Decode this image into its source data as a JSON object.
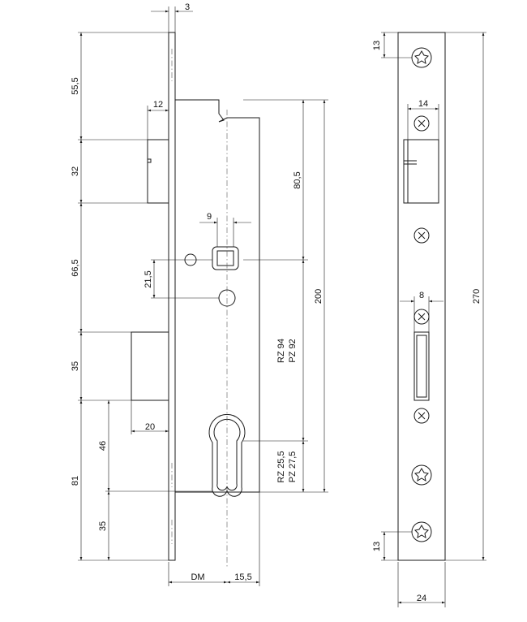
{
  "side_view": {
    "dimensions": {
      "faceplate_thickness": "3",
      "top_to_latch": "55,5",
      "latch_width": "12",
      "latch_height": "32",
      "latch_to_follower": "80,5",
      "follower_square": "9",
      "latch_to_deadbolt": "66,5",
      "follower_to_hole": "21,5",
      "deadbolt_height": "35",
      "deadbolt_throw": "20",
      "deadbolt_to_cylinder": "46",
      "cylinder_to_bottom_outer": "81",
      "cylinder_to_bottom": "35",
      "total_body_height": "200",
      "backset": "DM",
      "cylinder_offset": "15,5"
    },
    "center_distance": {
      "rz": "RZ 94",
      "pz": "PZ 92"
    },
    "cylinder_distance": {
      "rz": "RZ 25,5",
      "pz": "PZ 27,5"
    }
  },
  "front_view": {
    "dimensions": {
      "screw_top_offset": "13",
      "latch_slot_width": "14",
      "deadbolt_slot_width": "8",
      "total_height": "270",
      "screw_bottom_offset": "13",
      "faceplate_width": "24"
    }
  }
}
